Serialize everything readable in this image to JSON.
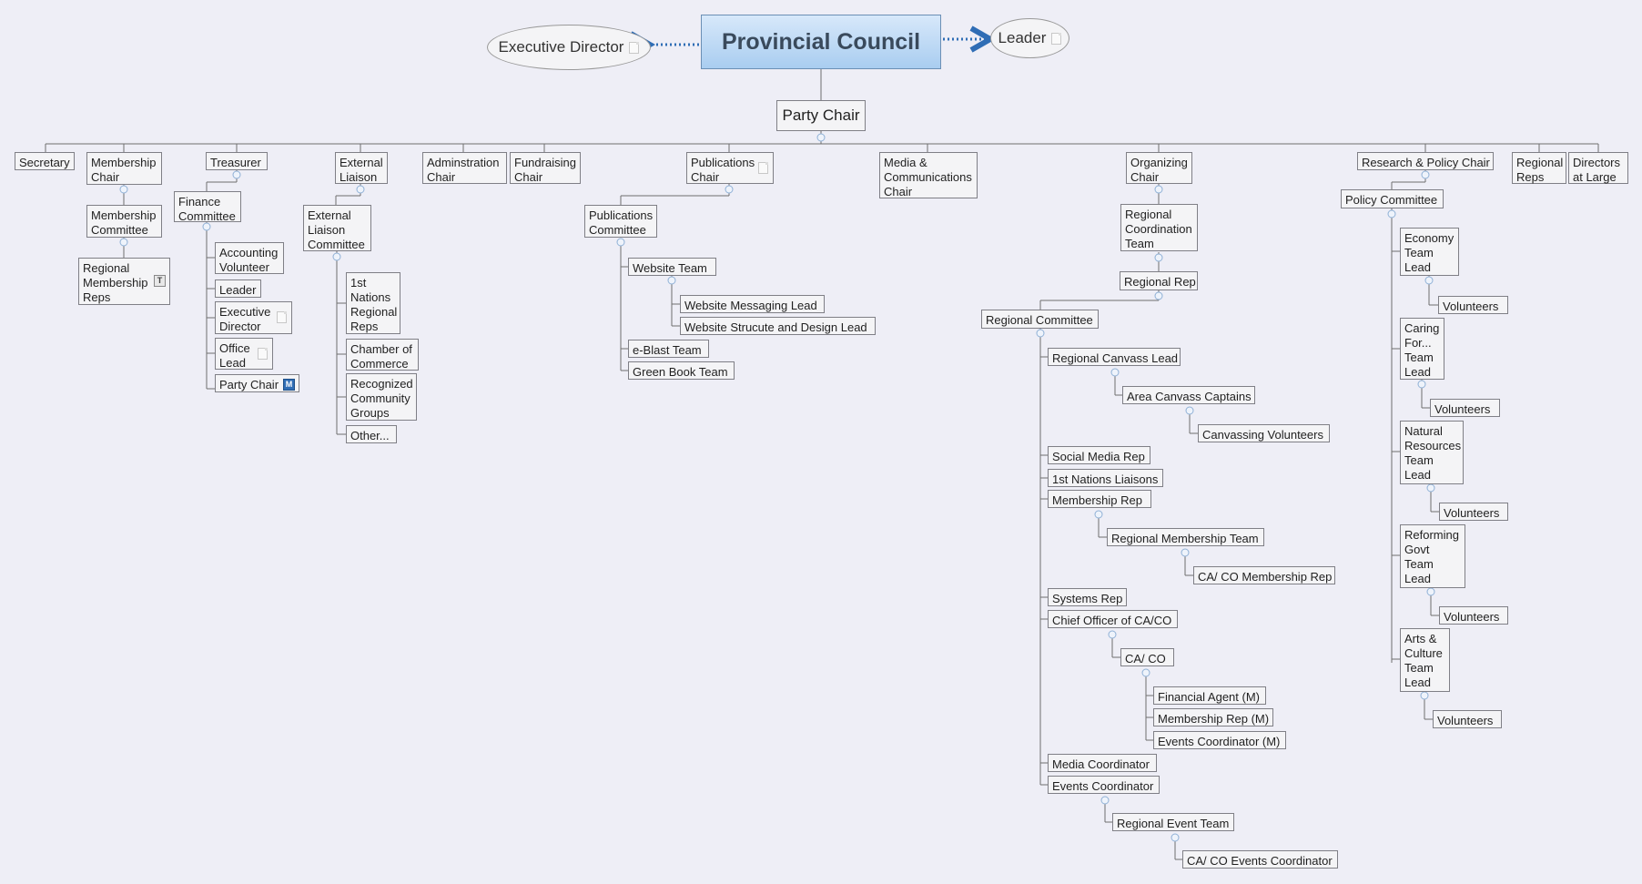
{
  "root": {
    "title": "Provincial Council"
  },
  "left_link": {
    "label": "Executive Director"
  },
  "right_link": {
    "label": "Leader"
  },
  "party_chair": {
    "label": "Party Chair"
  },
  "nodes": {
    "secretary": "Secretary",
    "membership_chair": "Membership\nChair",
    "membership_committee": "Membership\nCommittee",
    "regional_membership_reps": "Regional\nMembership\nReps",
    "treasurer": "Treasurer",
    "finance_committee": "Finance\nCommittee",
    "accounting_volunteer": "Accounting\nVolunteer",
    "fin_leader": "Leader",
    "fin_exec_director": "Executive\nDirector",
    "office_lead": "Office\nLead",
    "fin_party_chair": "Party Chair",
    "external_liaison": "External\nLiaison",
    "external_liaison_committee": "External\nLiaison\nCommittee",
    "first_nations_reps": "1st\nNations\nRegional\nReps",
    "chamber_of_commerce": "Chamber of\nCommerce",
    "recognized_groups": "Recognized\nCommunity\nGroups",
    "other": "Other...",
    "administration_chair": "Adminstration\nChair",
    "fundraising_chair": "Fundraising\nChair",
    "publications_chair": "Publications\nChair",
    "publications_committee": "Publications\nCommittee",
    "website_team": "Website Team",
    "website_messaging_lead": "Website Messaging Lead",
    "website_structure_lead": "Website Strucute and Design Lead",
    "eblast_team": "e-Blast Team",
    "green_book_team": "Green Book Team",
    "media_comms_chair": "Media &\nCommunications\nChair",
    "organizing_chair": "Organizing\nChair",
    "regional_coordination_team": "Regional\nCoordination\nTeam",
    "regional_rep": "Regional Rep",
    "regional_committee": "Regional Committee",
    "regional_canvass_lead": "Regional Canvass Lead",
    "area_canvass_captains": "Area Canvass Captains",
    "canvassing_volunteers": "Canvassing Volunteers",
    "social_media_rep": "Social Media Rep",
    "first_nations_liaisons": "1st Nations Liaisons",
    "membership_rep": "Membership Rep",
    "regional_membership_team": "Regional Membership Team",
    "caco_membership_rep": "CA/ CO Membership Rep",
    "systems_rep": "Systems Rep",
    "chief_officer": "Chief Officer of CA/CO",
    "caco": "CA/ CO",
    "financial_agent": "Financial Agent (M)",
    "membership_rep_m": "Membership Rep (M)",
    "events_coordinator_m": "Events Coordinator (M)",
    "media_coordinator": "Media Coordinator",
    "events_coordinator": "Events Coordinator",
    "regional_event_team": "Regional Event Team",
    "caco_events_coordinator": "CA/ CO Events Coordinator",
    "research_policy_chair": "Research & Policy Chair",
    "policy_committee": "Policy Committee",
    "economy_lead": "Economy\nTeam\nLead",
    "vol1": "Volunteers",
    "caring_lead": "Caring\nFor...\nTeam\nLead",
    "vol2": "Volunteers",
    "natural_resources_lead": "Natural\nResources\nTeam\nLead",
    "vol3": "Volunteers",
    "reforming_govt_lead": "Reforming\nGovt\nTeam\nLead",
    "vol4": "Volunteers",
    "arts_culture_lead": "Arts &\nCulture\nTeam\nLead",
    "vol5": "Volunteers",
    "regional_reps": "Regional\nReps",
    "directors_at_large": "Directors\nat Large"
  },
  "markers": {
    "note_icon": "document-icon",
    "topic_badge": "T",
    "map_badge": "M"
  },
  "colors": {
    "background": "#eeeef6",
    "root_top": "#d7e8fa",
    "root_bottom": "#a9cdf0",
    "link": "#2f6db5",
    "line": "#6e6e6e"
  }
}
